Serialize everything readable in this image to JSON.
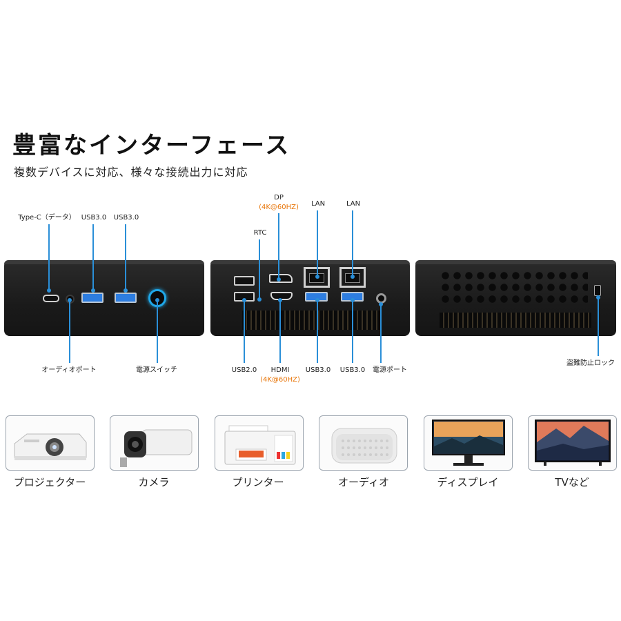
{
  "header": {
    "title": "豊富なインターフェース",
    "subtitle": "複数デバイスに対応、様々な接続出力に対応"
  },
  "front_labels": {
    "typec": "Type-C（データ）",
    "usb_a1": "USB3.0",
    "usb_a2": "USB3.0",
    "audio": "オーディオポート",
    "power_switch": "電源スイッチ"
  },
  "rear_labels": {
    "dp": "DP",
    "dp_spec": "(4K@60HZ)",
    "rtc": "RTC",
    "lan1": "LAN",
    "lan2": "LAN",
    "usb2": "USB2.0",
    "hdmi": "HDMI",
    "hdmi_spec": "(4K@60HZ)",
    "usb3_1": "USB3.0",
    "usb3_2": "USB3.0",
    "power_port": "電源ポート"
  },
  "side_labels": {
    "lock": "盗難防止ロック"
  },
  "devices": [
    {
      "label": "プロジェクター",
      "icon": "projector-icon"
    },
    {
      "label": "カメラ",
      "icon": "camera-icon"
    },
    {
      "label": "プリンター",
      "icon": "printer-icon"
    },
    {
      "label": "オーディオ",
      "icon": "speaker-icon"
    },
    {
      "label": "ディスプレイ",
      "icon": "monitor-icon"
    },
    {
      "label": "TVなど",
      "icon": "tv-icon"
    }
  ],
  "colors": {
    "leader": "#2a8fd8",
    "spec_orange": "#e8760a",
    "usb3_blue": "#2d7de0",
    "power_glow": "#1fa7e8"
  }
}
